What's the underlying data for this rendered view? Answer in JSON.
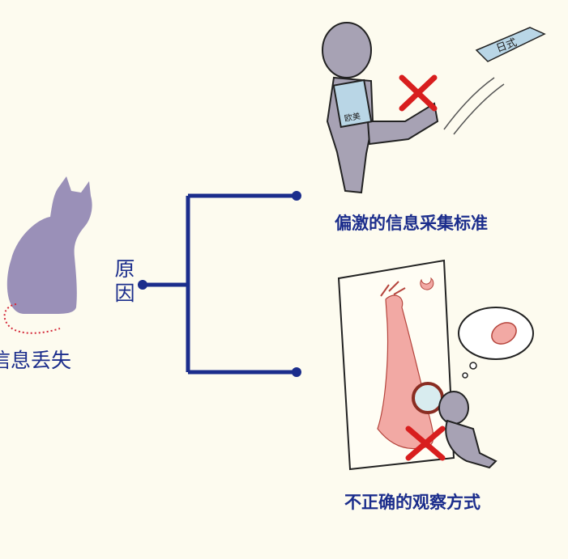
{
  "left": {
    "label": "信息丢失"
  },
  "center": {
    "label": "原因"
  },
  "branches": [
    {
      "caption": "偏激的信息采集标准",
      "paper_text": "日式",
      "book_text": "欧美"
    },
    {
      "caption": "不正确的观察方式"
    }
  ],
  "colors": {
    "line": "#1b2d8c",
    "cat": "#9a90b8",
    "cross": "#d81e1e",
    "figure": "#a7a2b4",
    "background": "#fdfbef"
  }
}
